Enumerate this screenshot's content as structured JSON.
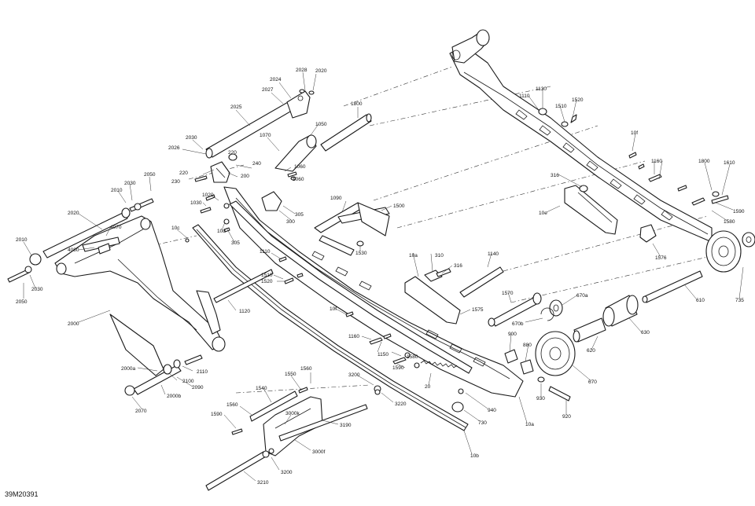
{
  "figure_code": "39M20391",
  "callouts": [
    {
      "id": "c2028",
      "text": "2028"
    },
    {
      "id": "c2020",
      "text": "2020"
    },
    {
      "id": "c2024",
      "text": "2024"
    },
    {
      "id": "c2027",
      "text": "2027"
    },
    {
      "id": "c2025",
      "text": "2025"
    },
    {
      "id": "c1800",
      "text": "1800"
    },
    {
      "id": "c1050",
      "text": "1050"
    },
    {
      "id": "c1070",
      "text": "1070"
    },
    {
      "id": "c2030a",
      "text": "2030"
    },
    {
      "id": "c2026",
      "text": "2026"
    },
    {
      "id": "c220a",
      "text": "220"
    },
    {
      "id": "c240",
      "text": "240"
    },
    {
      "id": "c220b",
      "text": "220"
    },
    {
      "id": "c230",
      "text": "230"
    },
    {
      "id": "c200",
      "text": "200"
    },
    {
      "id": "c1060a",
      "text": "1060"
    },
    {
      "id": "c1060b",
      "text": "1060"
    },
    {
      "id": "c2050a",
      "text": "2050"
    },
    {
      "id": "c2030b",
      "text": "2030"
    },
    {
      "id": "c2010a",
      "text": "2010"
    },
    {
      "id": "c2020b",
      "text": "2020"
    },
    {
      "id": "c1020",
      "text": "1020"
    },
    {
      "id": "c1030",
      "text": "1030"
    },
    {
      "id": "c1090",
      "text": "1090"
    },
    {
      "id": "c1500",
      "text": "1500"
    },
    {
      "id": "c305a",
      "text": "305"
    },
    {
      "id": "c300",
      "text": "300"
    },
    {
      "id": "c4070",
      "text": "4070"
    },
    {
      "id": "c10c",
      "text": "10c"
    },
    {
      "id": "c10d",
      "text": "10d"
    },
    {
      "id": "c305b",
      "text": "305"
    },
    {
      "id": "c2010b",
      "text": "2010"
    },
    {
      "id": "c4080",
      "text": "4080"
    },
    {
      "id": "c1110a",
      "text": "1110"
    },
    {
      "id": "c1530",
      "text": "1530"
    },
    {
      "id": "c1510a",
      "text": "1510"
    },
    {
      "id": "c1520a",
      "text": "1520"
    },
    {
      "id": "c2050b",
      "text": "2050"
    },
    {
      "id": "c2030c",
      "text": "2030"
    },
    {
      "id": "c2000",
      "text": "2000"
    },
    {
      "id": "c1120",
      "text": "1120"
    },
    {
      "id": "c10f_a",
      "text": "10f"
    },
    {
      "id": "c1160a",
      "text": "1160"
    },
    {
      "id": "c1150",
      "text": "1150"
    },
    {
      "id": "c1580a",
      "text": "1580"
    },
    {
      "id": "c1590a",
      "text": "1590"
    },
    {
      "id": "c2000a",
      "text": "2000a"
    },
    {
      "id": "c2110",
      "text": "2110"
    },
    {
      "id": "c2100",
      "text": "2100"
    },
    {
      "id": "c2090",
      "text": "2090"
    },
    {
      "id": "c2000b",
      "text": "2000b"
    },
    {
      "id": "c2070",
      "text": "2070"
    },
    {
      "id": "c1550",
      "text": "1550"
    },
    {
      "id": "c1560",
      "text": "1560"
    },
    {
      "id": "c1540",
      "text": "1540"
    },
    {
      "id": "c3200a",
      "text": "3200"
    },
    {
      "id": "c3220",
      "text": "3220"
    },
    {
      "id": "c1590b",
      "text": "1590"
    },
    {
      "id": "c1560b",
      "text": "1560"
    },
    {
      "id": "c3000k",
      "text": "3000k"
    },
    {
      "id": "c3190",
      "text": "3190"
    },
    {
      "id": "c3000f",
      "text": "3000f"
    },
    {
      "id": "c3200b",
      "text": "3200"
    },
    {
      "id": "c3210",
      "text": "3210"
    },
    {
      "id": "c20",
      "text": "20"
    },
    {
      "id": "c10a_a",
      "text": "10a"
    },
    {
      "id": "c310",
      "text": "310"
    },
    {
      "id": "c316a",
      "text": "316"
    },
    {
      "id": "c1140",
      "text": "1140"
    },
    {
      "id": "c1575",
      "text": "1575"
    },
    {
      "id": "c1570",
      "text": "1570"
    },
    {
      "id": "c670a",
      "text": "670a"
    },
    {
      "id": "c670b",
      "text": "670b"
    },
    {
      "id": "c900",
      "text": "900"
    },
    {
      "id": "c880",
      "text": "880"
    },
    {
      "id": "c940",
      "text": "940"
    },
    {
      "id": "c730",
      "text": "730"
    },
    {
      "id": "c10a_b",
      "text": "10a"
    },
    {
      "id": "c10b",
      "text": "10b"
    },
    {
      "id": "c930",
      "text": "930"
    },
    {
      "id": "c920",
      "text": "920"
    },
    {
      "id": "c670",
      "text": "670"
    },
    {
      "id": "c620",
      "text": "620"
    },
    {
      "id": "c630",
      "text": "630"
    },
    {
      "id": "c610",
      "text": "610"
    },
    {
      "id": "c735",
      "text": "735"
    },
    {
      "id": "c1576",
      "text": "1576"
    },
    {
      "id": "c10e",
      "text": "10e"
    },
    {
      "id": "c316b",
      "text": "316"
    },
    {
      "id": "c1130",
      "text": "1130"
    },
    {
      "id": "c1110b",
      "text": "1110"
    },
    {
      "id": "c1510b",
      "text": "1510"
    },
    {
      "id": "c1520b",
      "text": "1520"
    },
    {
      "id": "c10f_b",
      "text": "10f"
    },
    {
      "id": "c1160b",
      "text": "1160"
    },
    {
      "id": "c1800b",
      "text": "1800"
    },
    {
      "id": "c1610",
      "text": "1610"
    },
    {
      "id": "c1590c",
      "text": "1590"
    },
    {
      "id": "c1580b",
      "text": "1580"
    }
  ]
}
